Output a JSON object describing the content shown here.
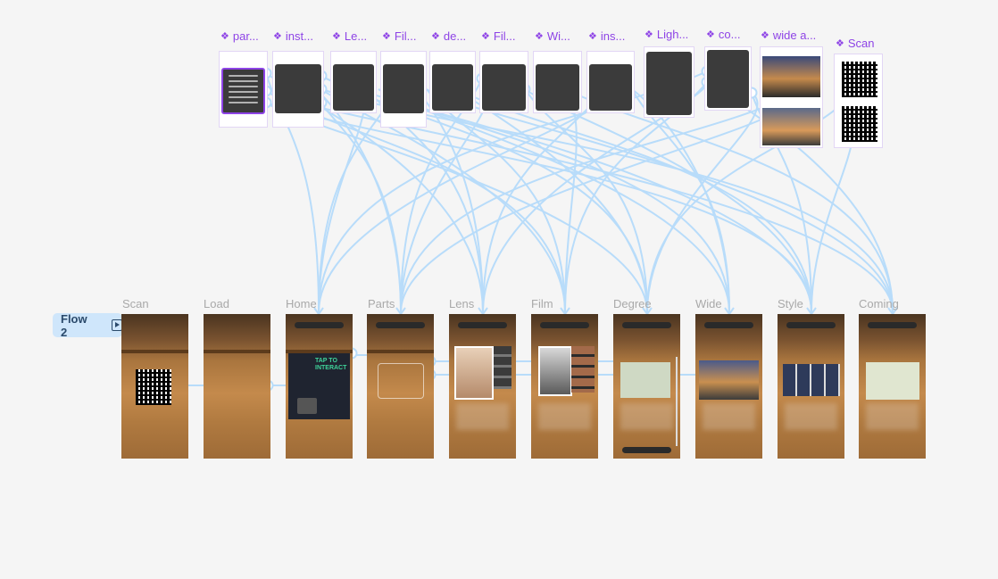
{
  "flow": {
    "label": "Flow 2",
    "icon": "play-square-icon"
  },
  "components": [
    {
      "label": "par..."
    },
    {
      "label": "inst..."
    },
    {
      "label": "Le..."
    },
    {
      "label": "Fil..."
    },
    {
      "label": "de..."
    },
    {
      "label": "Fil..."
    },
    {
      "label": "Wi..."
    },
    {
      "label": "ins..."
    },
    {
      "label": "Ligh..."
    },
    {
      "label": "co..."
    },
    {
      "label": "wide a..."
    },
    {
      "label": "Scan"
    }
  ],
  "screens": [
    {
      "label": "Scan"
    },
    {
      "label": "Load"
    },
    {
      "label": "Home"
    },
    {
      "label": "Parts"
    },
    {
      "label": "Lens"
    },
    {
      "label": "Film"
    },
    {
      "label": "Degree"
    },
    {
      "label": "Wide"
    },
    {
      "label": "Style"
    },
    {
      "label": "Coming"
    }
  ],
  "home_screen": {
    "card_title": "TAP TO INTERACT"
  },
  "colors": {
    "connector": "#b8dcfa",
    "component_accent": "#8e44e6",
    "flow_tag_bg": "#cfe6fb",
    "canvas": "#f5f5f5"
  }
}
